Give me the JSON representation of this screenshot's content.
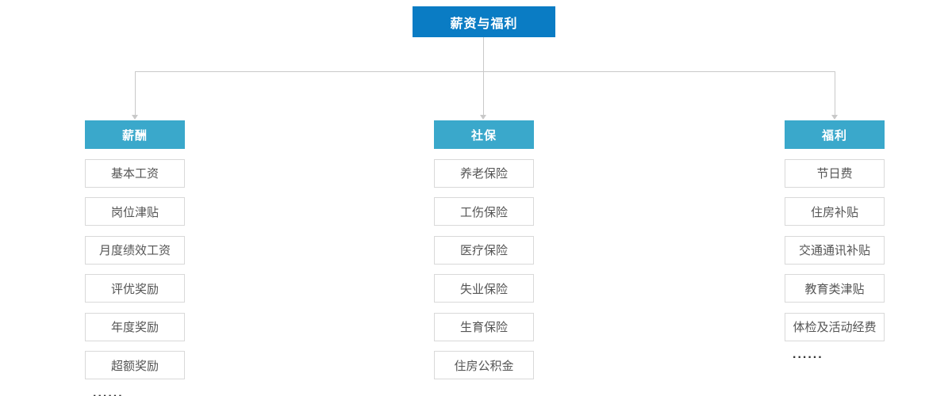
{
  "root": {
    "label": "薪资与福利"
  },
  "colors": {
    "root_bg": "#0a7cc4",
    "header_bg": "#3aa8cb",
    "line": "#c9c9c9",
    "item_border": "#d9d9d9",
    "item_text": "#555555"
  },
  "columns": [
    {
      "header": "薪酬",
      "items": [
        "基本工资",
        "岗位津贴",
        "月度绩效工资",
        "评优奖励",
        "年度奖励",
        "超额奖励"
      ],
      "more": "......"
    },
    {
      "header": "社保",
      "items": [
        "养老保险",
        "工伤保险",
        "医疗保险",
        "失业保险",
        "生育保险",
        "住房公积金"
      ],
      "more": ""
    },
    {
      "header": "福利",
      "items": [
        "节日费",
        "住房补贴",
        "交通通讯补贴",
        "教育类津贴",
        "体检及活动经费"
      ],
      "more": "......"
    }
  ]
}
